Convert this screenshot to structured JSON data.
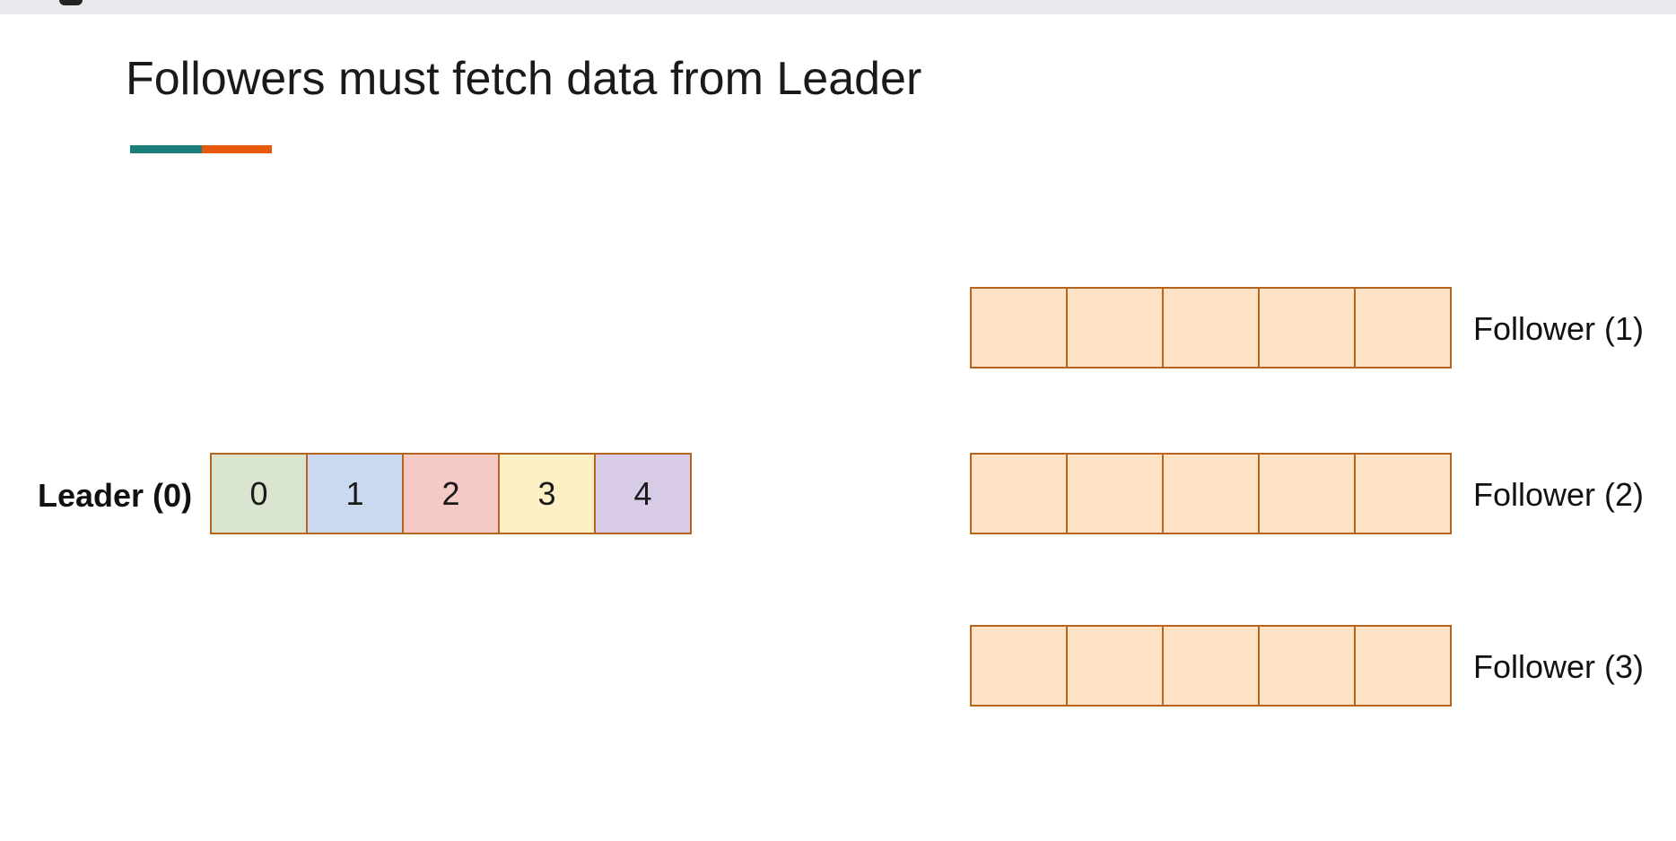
{
  "slide": {
    "title": "Followers must fetch data from Leader",
    "underline_colors": [
      "#1a7f7a",
      "#e8590c"
    ]
  },
  "leader": {
    "label": "Leader (0)",
    "cells": [
      {
        "value": "0",
        "color": "#d9e5cf"
      },
      {
        "value": "1",
        "color": "#c9daf0"
      },
      {
        "value": "2",
        "color": "#f5c9c6"
      },
      {
        "value": "3",
        "color": "#fdf0c4"
      },
      {
        "value": "4",
        "color": "#d8cbe6"
      }
    ]
  },
  "followers": [
    {
      "label": "Follower (1)",
      "cell_count": 5,
      "color": "#fde2c6"
    },
    {
      "label": "Follower (2)",
      "cell_count": 5,
      "color": "#fde2c6"
    },
    {
      "label": "Follower (3)",
      "cell_count": 5,
      "color": "#fde2c6"
    }
  ],
  "colors": {
    "cell_border": "#b5651d",
    "topbar": "#e8e9ec"
  }
}
